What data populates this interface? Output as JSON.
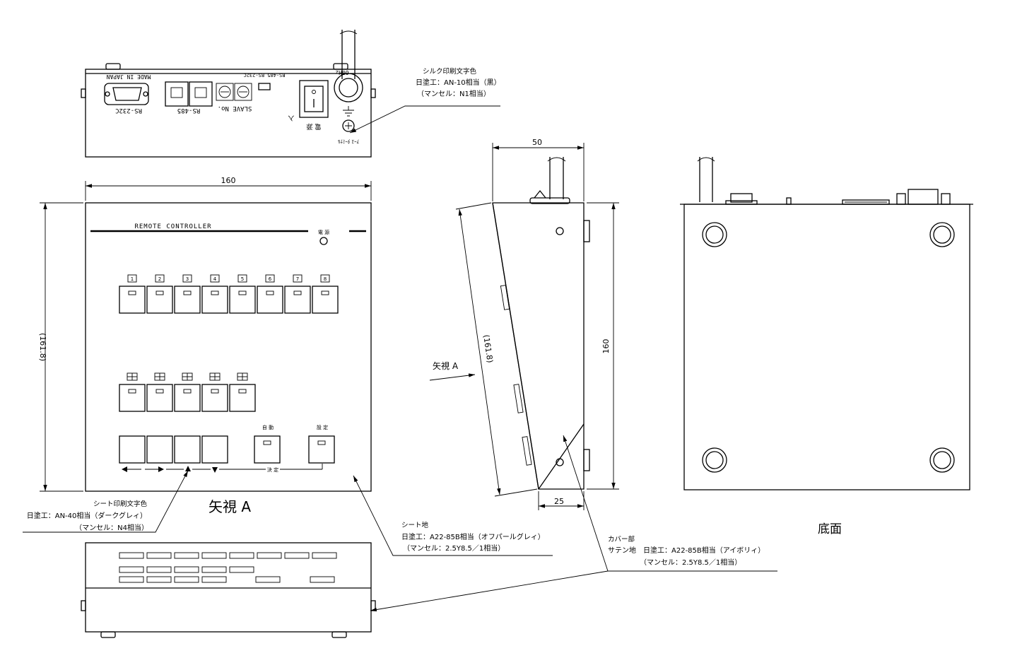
{
  "rear_panel": {
    "made_in": "MADE IN JAPAN",
    "rs232c": "RS-232C",
    "rs485": "RS-485",
    "slave_no": "SLAVE No.",
    "switch_label": "RS-485 RS-232C",
    "hz_label": "60Hz",
    "power_in": "入",
    "power_kanji": "電 源",
    "ground_label": "ｱｰｽ ﾀｰﾐﾅﾙ"
  },
  "front_panel": {
    "title": "REMOTE CONTROLLER",
    "power_led_label": "電 源",
    "row1_labels": [
      "1",
      "2",
      "3",
      "4",
      "5",
      "6",
      "7",
      "8"
    ],
    "auto_label": "自 動",
    "setting_label": "設 定",
    "decide_label": "決 定"
  },
  "dimensions": {
    "front_width": "160",
    "front_height": "(161.8)",
    "side_depth": "50",
    "side_height": "160",
    "side_slant": "(161.8)",
    "side_bottom": "25"
  },
  "view_labels": {
    "arrow_view_a": "矢視 A",
    "arrow_view_a_small": "矢視 A",
    "bottom_view": "底面"
  },
  "notes": {
    "silk_title": "シルク印刷文字色",
    "silk_line1": "日塗工：AN-10相当（黒）",
    "silk_line2": "（マンセル：N1相当）",
    "sheet_print_title": "シート印刷文字色",
    "sheet_print_line1": "日塗工：AN-40相当（ダークグレィ）",
    "sheet_print_line2": "（マンセル：N4相当）",
    "sheet_base_title": "シート地",
    "sheet_base_line1": "日塗工：A22-85B相当（オフパールグレィ）",
    "sheet_base_line2": "（マンセル：2.5Y8.5／1相当）",
    "cover_title": "カバー部",
    "cover_line1": "サテン地　日塗工：A22-85B相当（アイボリィ）",
    "cover_line2": "（マンセル：2.5Y8.5／1相当）"
  }
}
